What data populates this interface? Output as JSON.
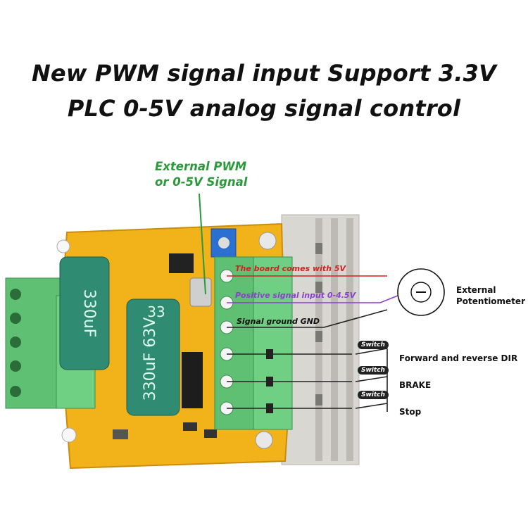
{
  "title": {
    "line1": "New PWM signal input Support 3.3V",
    "line2": "PLC 0-5V analog signal control"
  },
  "callout": {
    "line1": "External PWM",
    "line2": "or 0-5V Signal"
  },
  "pin_labels": {
    "p1": "The board comes with 5V",
    "p2": "Positive signal input 0-4.5V",
    "p3": "Signal ground GND"
  },
  "potentiometer": {
    "line1": "External",
    "line2": "Potentiometer"
  },
  "switches": [
    {
      "tag": "Switch",
      "label": "Forward and reverse DIR"
    },
    {
      "tag": "Switch",
      "label": "BRAKE"
    },
    {
      "tag": "Switch",
      "label": "Stop"
    }
  ],
  "capacitor_left": "330uF",
  "capacitor_right": "330uF 63V",
  "capacitor_right_num": "33",
  "colors": {
    "pcb": "#f2b21a",
    "terminal": "#5fbf73",
    "capacitor": "#2f8b72",
    "heatsink": "#d9d7d2",
    "wire_red": "#d42020",
    "wire_purple": "#8a3fd0",
    "callout_green": "#2a9a3a"
  }
}
